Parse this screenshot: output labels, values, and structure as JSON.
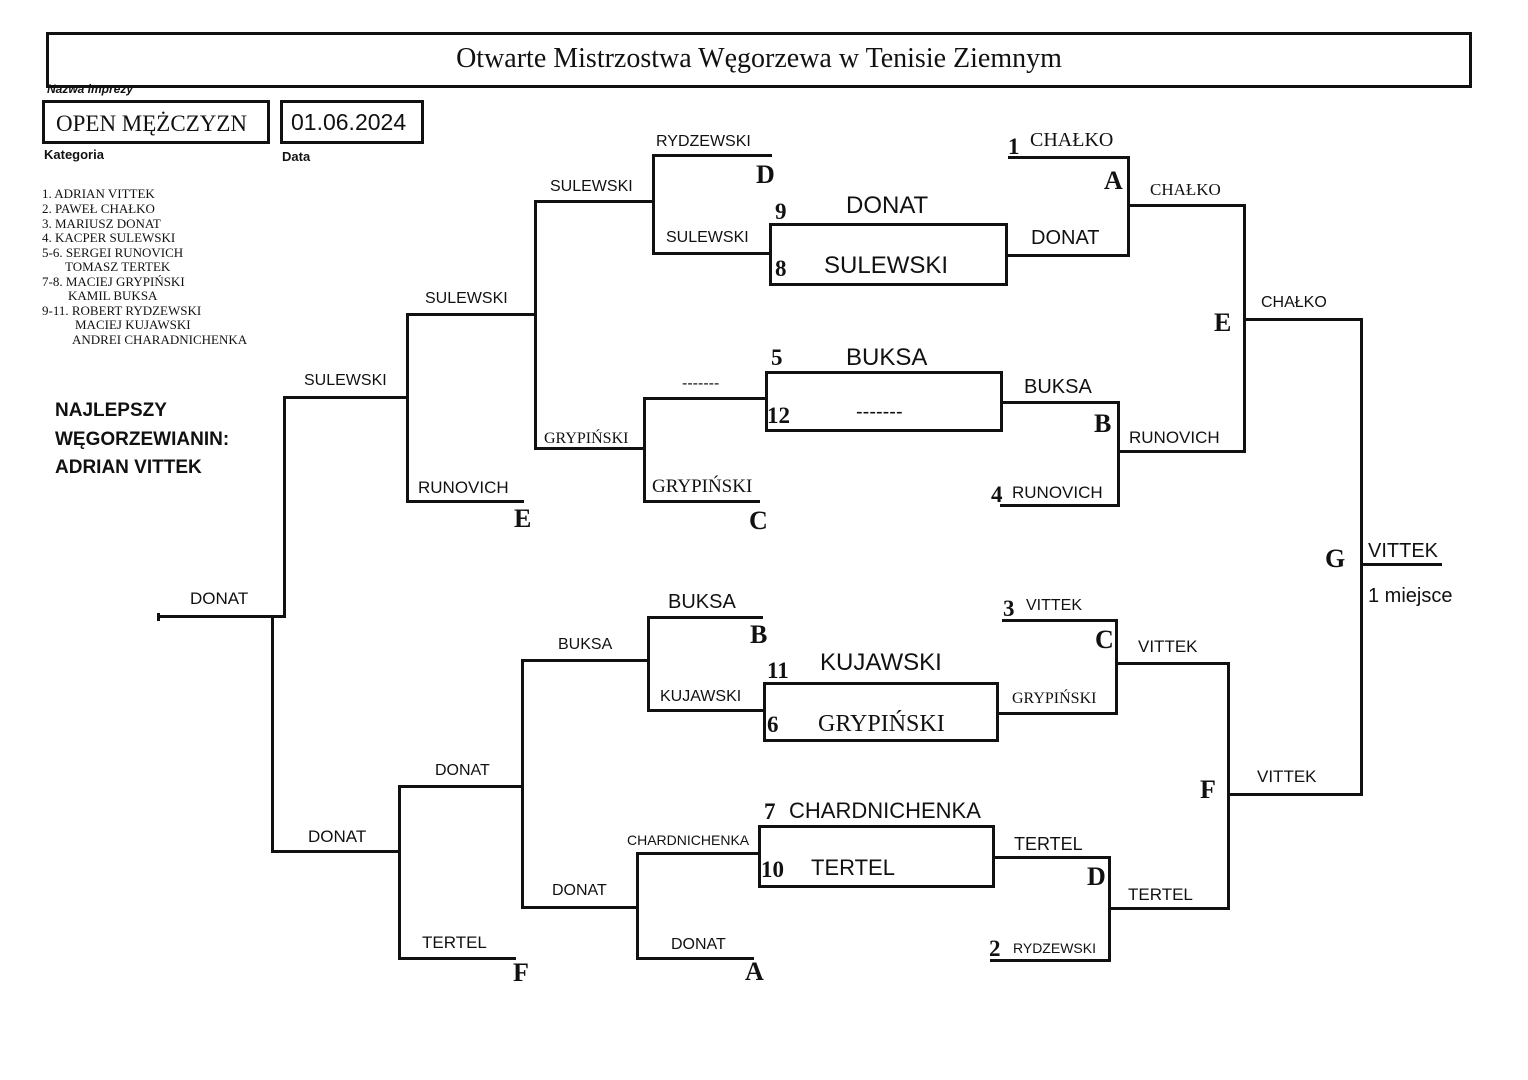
{
  "header": {
    "title": "Otwarte Mistrzostwa Węgorzewa w Tenisie Ziemnym",
    "event_label": "Nazwa imprezy",
    "category": "OPEN MĘŻCZYZN",
    "category_label": "Kategoria",
    "date": "01.06.2024",
    "date_label": "Data"
  },
  "standings": [
    "1. ADRIAN VITTEK",
    "2. PAWEŁ CHAŁKO",
    "3. MARIUSZ DONAT",
    "4. KACPER SULEWSKI",
    "5-6. SERGEI RUNOVICH",
    "TOMASZ TERTEK",
    "7-8. MACIEJ GRYPIŃSKI",
    "KAMIL BUKSA",
    "9-11. ROBERT RYDZEWSKI",
    "MACIEJ KUJAWSKI",
    "ANDREI CHARADNICHENKA"
  ],
  "best_local": {
    "line1": "NAJLEPSZY",
    "line2": "WĘGORZEWIANIN:",
    "line3": "ADRIAN VITTEK"
  },
  "main_draw": {
    "m1": {
      "seed_top": "9",
      "name_top": "DONAT",
      "seed_bottom": "8",
      "name_bottom": "SULEWSKI"
    },
    "m2": {
      "seed_top": "5",
      "name_top": "BUKSA",
      "seed_bottom": "12",
      "name_bottom": "-------"
    },
    "m3": {
      "seed_top": "11",
      "name_top": "KUJAWSKI",
      "seed_bottom": "6",
      "name_bottom": "GRYPIŃSKI"
    },
    "m4": {
      "seed_top": "7",
      "name_top": "CHARDNICHENKA",
      "seed_bottom": "10",
      "name_bottom": "TERTEL"
    },
    "q1": {
      "seed": "1",
      "name_top": "CHAŁKO",
      "name_bottom": "DONAT",
      "letter": "A"
    },
    "q2": {
      "name_top": "BUKSA",
      "seed": "4",
      "name_bottom": "RUNOVICH",
      "letter": "B"
    },
    "q3": {
      "seed": "3",
      "name_top": "VITTEK",
      "name_bottom": "GRYPIŃSKI",
      "letter": "C"
    },
    "q4": {
      "name_top": "TERTEL",
      "seed": "2",
      "name_bottom": "RYDZEWSKI",
      "letter": "D"
    },
    "sf1": {
      "winner": "CHAŁKO",
      "name_bottom": "RUNOVICH",
      "letter": "E"
    },
    "sf2": {
      "winner": "VITTEK",
      "name_bottom": "TERTEL",
      "letter": "F"
    },
    "final": {
      "name_top": "CHAŁKO",
      "name_bottom": "VITTEK",
      "letter": "G",
      "winner": "VITTEK",
      "place": "1 miejsce"
    }
  },
  "consolation": {
    "c1": {
      "top": "RYDZEWSKI",
      "bottom": "SULEWSKI",
      "winner": "SULEWSKI",
      "letter": "D"
    },
    "c2": {
      "top": "-------",
      "bottom": "GRYPIŃSKI",
      "winner": "GRYPIŃSKI",
      "letter": "C"
    },
    "c3": {
      "winner": "SULEWSKI",
      "bottom": "RUNOVICH",
      "letter": "E",
      "final_winner": "SULEWSKI"
    },
    "c4": {
      "top": "BUKSA",
      "bottom": "KUJAWSKI",
      "winner": "BUKSA",
      "letter": "B"
    },
    "c5": {
      "top": "CHARDNICHENKA",
      "bottom": "DONAT",
      "winner": "DONAT",
      "letter": "A"
    },
    "c6": {
      "winner": "DONAT",
      "bottom": "TERTEL",
      "letter": "F",
      "final_winner": "DONAT"
    },
    "final": {
      "top": "SULEWSKI",
      "bottom": "DONAT",
      "winner": "DONAT"
    }
  }
}
